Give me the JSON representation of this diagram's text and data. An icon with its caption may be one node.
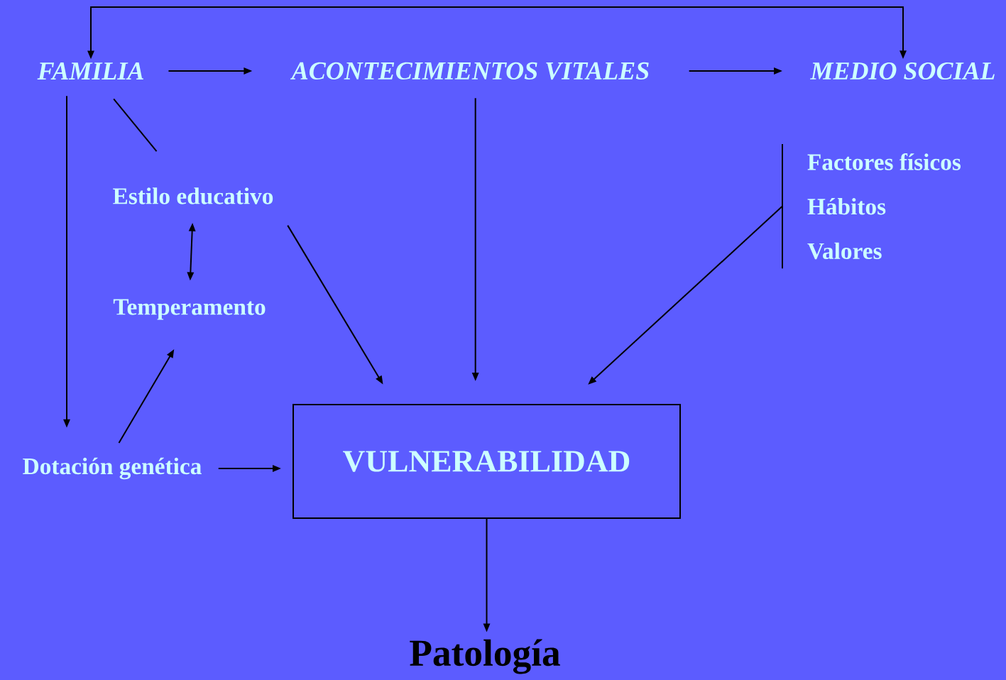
{
  "diagram": {
    "nodes": [
      {
        "text": [
          "FAMILIA"
        ]
      },
      {
        "text": [
          "ACONTECIMIENTOS VITALES"
        ]
      },
      {
        "text": [
          "MEDIO SOCIAL"
        ]
      },
      {
        "text": [
          "Estilo educativo"
        ]
      },
      {
        "text": [
          "Temperamento"
        ]
      },
      {
        "text": [
          "Dotación genética"
        ]
      },
      {
        "text": [
          "VULNERABILIDAD"
        ]
      },
      {
        "text": [
          "Factores físicos",
          "Hábitos",
          "Valores"
        ]
      },
      {
        "text": [
          "Patología"
        ]
      }
    ],
    "edges": [
      {
        "from": 0,
        "to": 2,
        "arrow": "both"
      },
      {
        "from": 0,
        "to": 1,
        "arrow": "to"
      },
      {
        "from": 1,
        "to": 2,
        "arrow": "to"
      },
      {
        "from": 0,
        "to": 3,
        "arrow": "none"
      },
      {
        "from": 0,
        "to": 5,
        "arrow": "to"
      },
      {
        "from": 3,
        "to": 4,
        "arrow": "both"
      },
      {
        "from": 5,
        "to": 4,
        "arrow": "to"
      },
      {
        "from": 3,
        "to": 6,
        "arrow": "to"
      },
      {
        "from": 1,
        "to": 6,
        "arrow": "to"
      },
      {
        "from": 7,
        "to": 6,
        "arrow": "to"
      },
      {
        "from": 5,
        "to": 6,
        "arrow": "to"
      },
      {
        "from": 6,
        "to": 8,
        "arrow": "to"
      }
    ]
  }
}
